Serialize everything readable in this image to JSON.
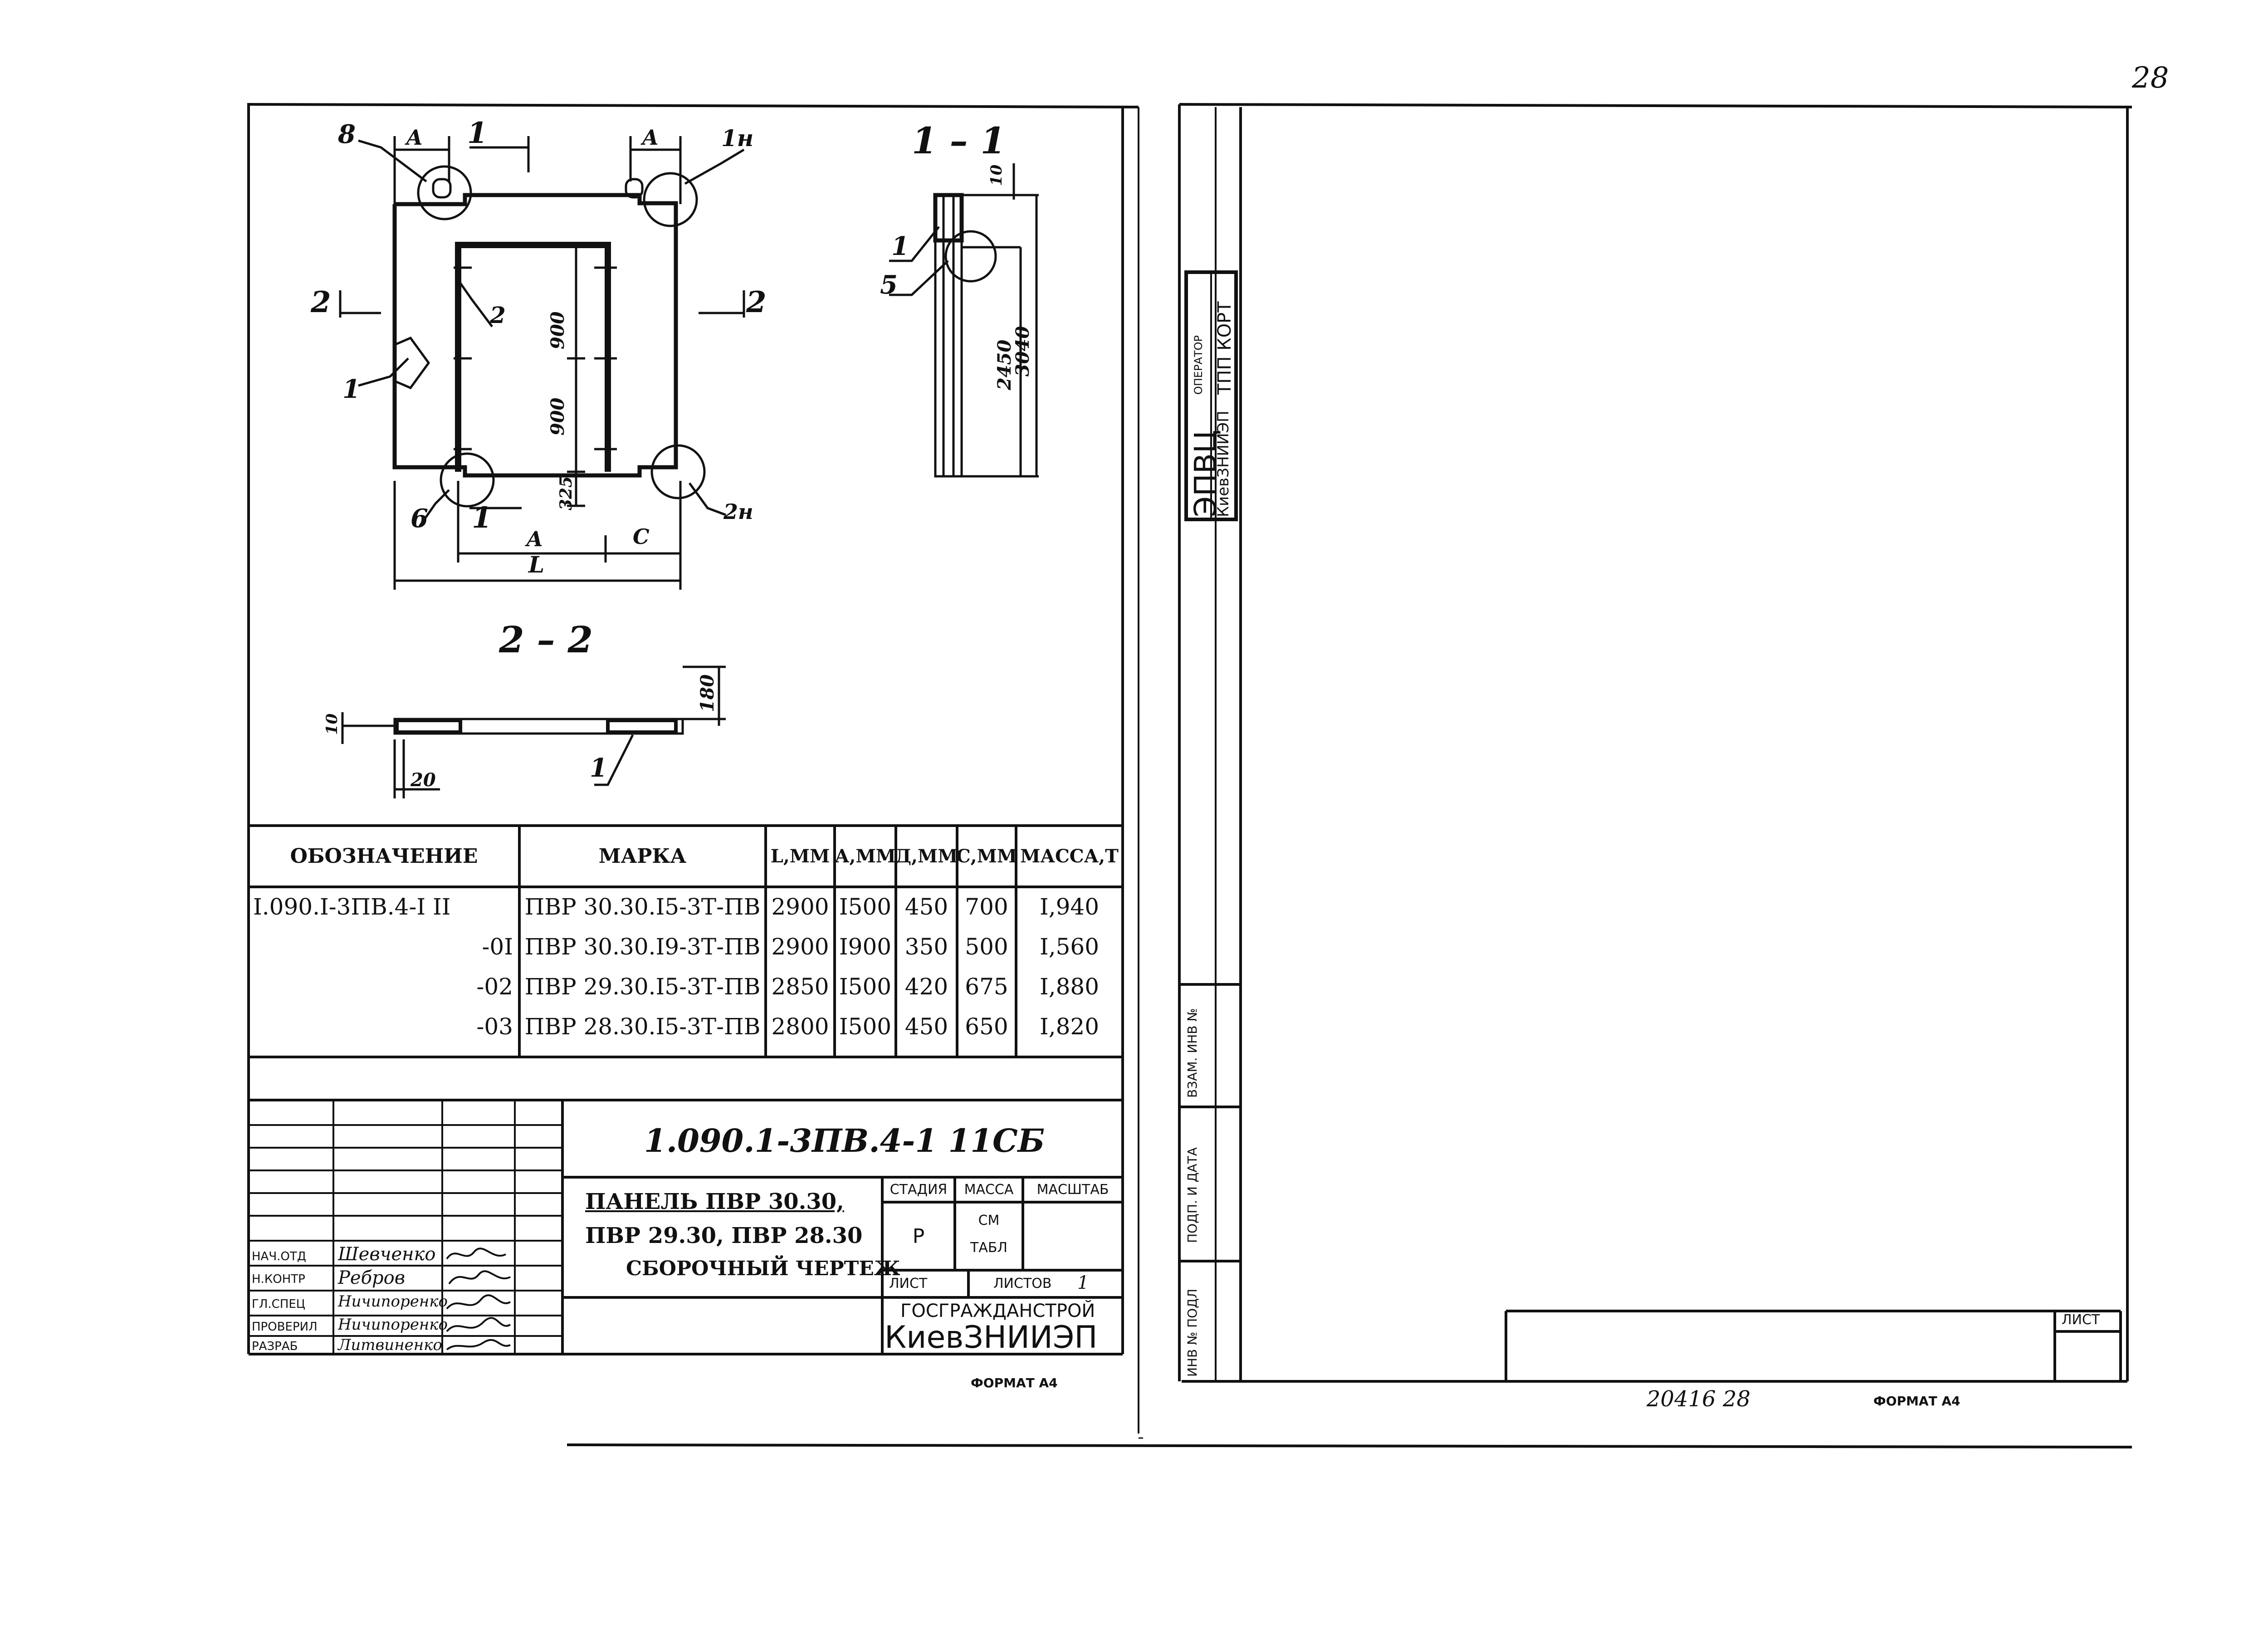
{
  "page_number": "28",
  "views": {
    "section_1_1": "1 – 1",
    "section_2_2": "2 – 2"
  },
  "plan_labels": {
    "callout_8": "8",
    "callout_1n": "1н",
    "callout_6": "6",
    "callout_2n": "2н",
    "pos_1_left": "1",
    "pos_2": "2",
    "cut_1_top": "1",
    "cut_1_bottom": "1",
    "cut_2_left": "2",
    "cut_2_right": "2",
    "dim_A_top_left": "А",
    "dim_A_top_right": "А",
    "dim_A_bottom": "А",
    "dim_C": "С",
    "dim_L": "L",
    "dim_900_top": "900",
    "dim_900_bottom": "900",
    "dim_325": "325"
  },
  "section11_labels": {
    "pos_1": "1",
    "pos_5": "5",
    "dim_10": "10",
    "dim_2450": "2450",
    "dim_3040": "3040"
  },
  "section22_labels": {
    "dim_10": "10",
    "dim_20": "20",
    "dim_180": "180",
    "pos_1": "1"
  },
  "spec_table": {
    "headers": [
      "ОБОЗНАЧЕНИЕ",
      "МАРКА",
      "L,ММ",
      "А,ММ",
      "Д,ММ",
      "С,ММ",
      "МАССА,Т"
    ],
    "rows": [
      [
        "I.090.I-3ПВ.4-I II",
        "ПВР 30.30.I5-3Т-ПВ",
        "2900",
        "I500",
        "450",
        "700",
        "I,940"
      ],
      [
        "-0I",
        "ПВР 30.30.I9-3Т-ПВ",
        "2900",
        "I900",
        "350",
        "500",
        "I,560"
      ],
      [
        "-02",
        "ПВР 29.30.I5-3Т-ПВ",
        "2850",
        "I500",
        "420",
        "675",
        "I,880"
      ],
      [
        "-03",
        "ПВР 28.30.I5-3Т-ПВ",
        "2800",
        "I500",
        "450",
        "650",
        "I,820"
      ]
    ]
  },
  "title_block": {
    "doc_code": "1.090.1-3ПВ.4-1  11СБ",
    "title_lines": [
      "ПАНЕЛЬ ПВР 30.30,",
      "ПВР 29.30, ПВР 28.30",
      "СБОРОЧНЫЙ ЧЕРТЕЖ"
    ],
    "stage_label": "СТАДИЯ",
    "mass_label": "МАССА",
    "scale_label": "МАСШТАБ",
    "stage_value": "Р",
    "mass_value_1": "СМ",
    "mass_value_2": "ТАБЛ",
    "sheet_label": "ЛИСТ",
    "sheets_label": "ЛИСТОВ",
    "sheets_value": "1",
    "org_1": "ГОСГРАЖДАНСТРОЙ",
    "org_2": "КиевЗНИИЭП",
    "signers": [
      {
        "role": "НАЧ.ОТД",
        "name": "Шевченко"
      },
      {
        "role": "Н.КОНТР",
        "name": "Ребров"
      },
      {
        "role": "ГЛ.СПЕЦ",
        "name": "Ничипоренко"
      },
      {
        "role": "ПРОВЕРИЛ",
        "name": "Ничипоренко"
      },
      {
        "role": "РАЗРАБ",
        "name": "Литвиненко"
      }
    ],
    "format_left": "ФОРМАТ А4"
  },
  "right_sheet": {
    "stamp_1": "ЭПВЦ",
    "stamp_2": "КиевЗНИИЭП",
    "operator_label": "ОПЕРАТОР",
    "operator_value": "ТПП КОРТ",
    "strip_labels": [
      "ИНВ № ПОДЛ",
      "ПОДП. И ДАТА",
      "ВЗАМ. ИНВ №"
    ],
    "sheet_label": "ЛИСТ",
    "archive_no": "20416  28",
    "format_right": "ФОРМАТ А4"
  }
}
